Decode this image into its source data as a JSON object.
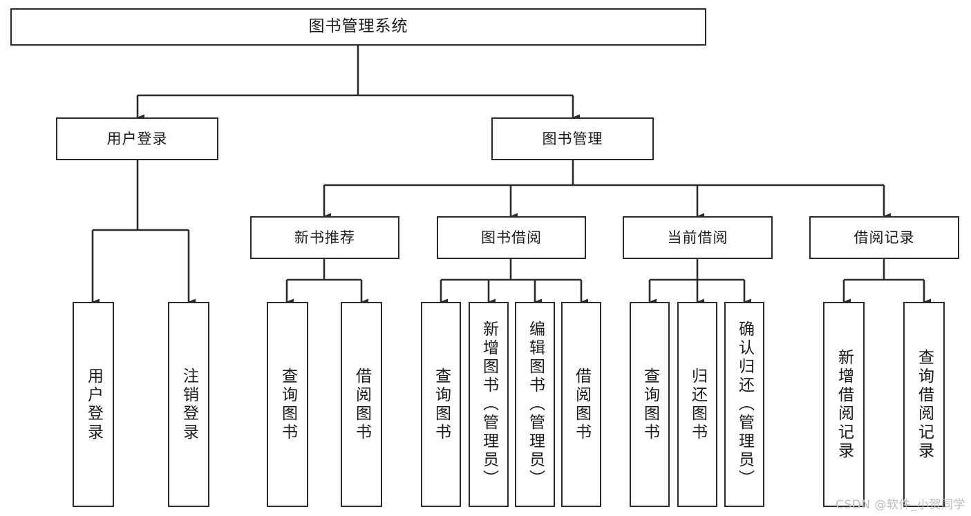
{
  "diagram": {
    "title": "图书管理系统",
    "watermark": "CSDN @软件_小贺同学",
    "line_color": "#2b2b2b",
    "box_fill": "#ffffff",
    "text_color": "#1a1a1a"
  },
  "nodes": {
    "root": {
      "label": "图书管理系统"
    },
    "level2": [
      {
        "label": "用户登录"
      },
      {
        "label": "图书管理"
      }
    ],
    "level3": [
      {
        "label": "新书推荐"
      },
      {
        "label": "图书借阅"
      },
      {
        "label": "当前借阅"
      },
      {
        "label": "借阅记录"
      }
    ],
    "leaves": {
      "user_login": [
        {
          "label": "用户登录"
        },
        {
          "label": "注销登录"
        }
      ],
      "new_book": [
        {
          "label": "查询图书"
        },
        {
          "label": "借阅图书"
        }
      ],
      "book_borrow": [
        {
          "label": "查询图书"
        },
        {
          "label": "新增图书（管理员）"
        },
        {
          "label": "编辑图书（管理员）"
        },
        {
          "label": "借阅图书"
        }
      ],
      "current_borrow": [
        {
          "label": "查询图书"
        },
        {
          "label": "归还图书"
        },
        {
          "label": "确认归还（管理员）"
        }
      ],
      "borrow_record": [
        {
          "label": "新增借阅记录"
        },
        {
          "label": "查询借阅记录"
        }
      ]
    }
  }
}
